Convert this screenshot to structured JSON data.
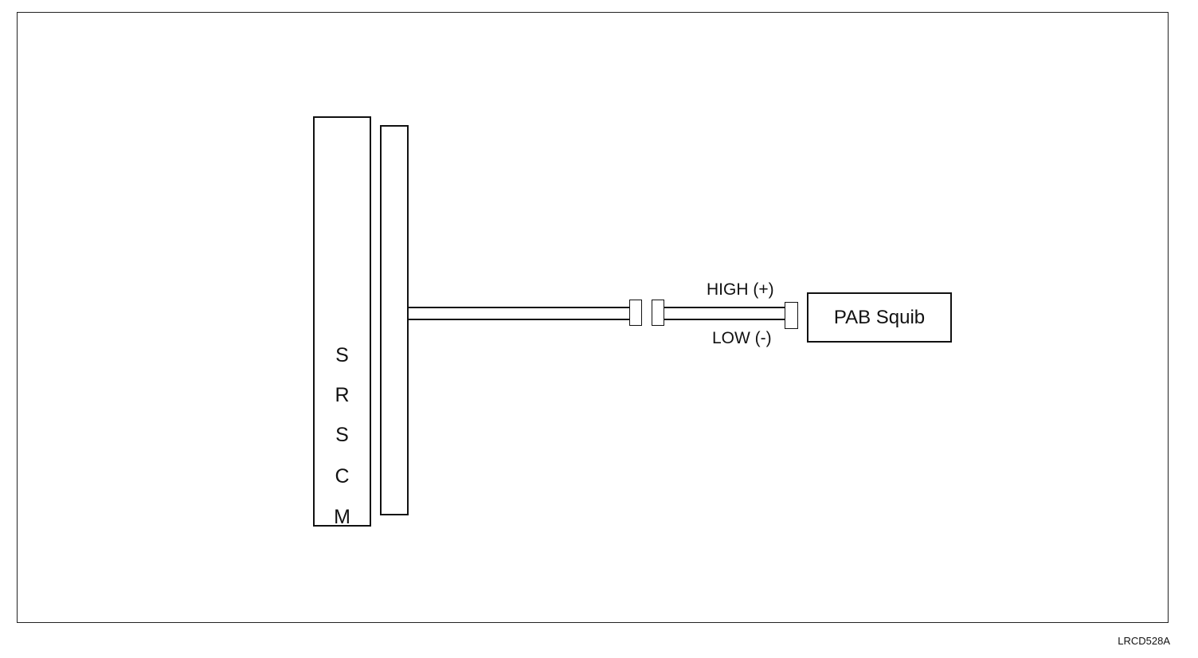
{
  "module": {
    "letters": [
      "S",
      "R",
      "S",
      "C",
      "M"
    ]
  },
  "wires": {
    "high_label": "HIGH (+)",
    "low_label": "LOW (-)"
  },
  "component": {
    "label": "PAB Squib"
  },
  "figure": {
    "code": "LRCD528A"
  }
}
